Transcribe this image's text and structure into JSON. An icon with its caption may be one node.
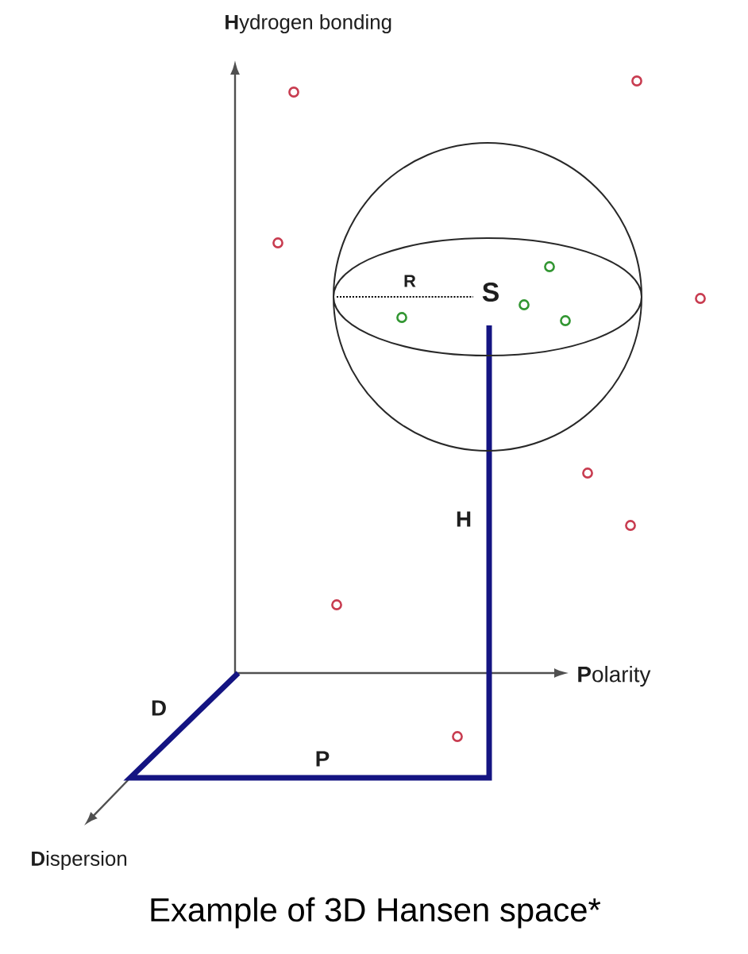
{
  "diagram": {
    "caption": "Example of 3D Hansen space*",
    "labels": [
      "**H**ydrogen bonding",
      "R",
      "S",
      "H",
      "**P**olarity",
      "D",
      "P",
      "**D**ispersion"
    ]
  }
}
